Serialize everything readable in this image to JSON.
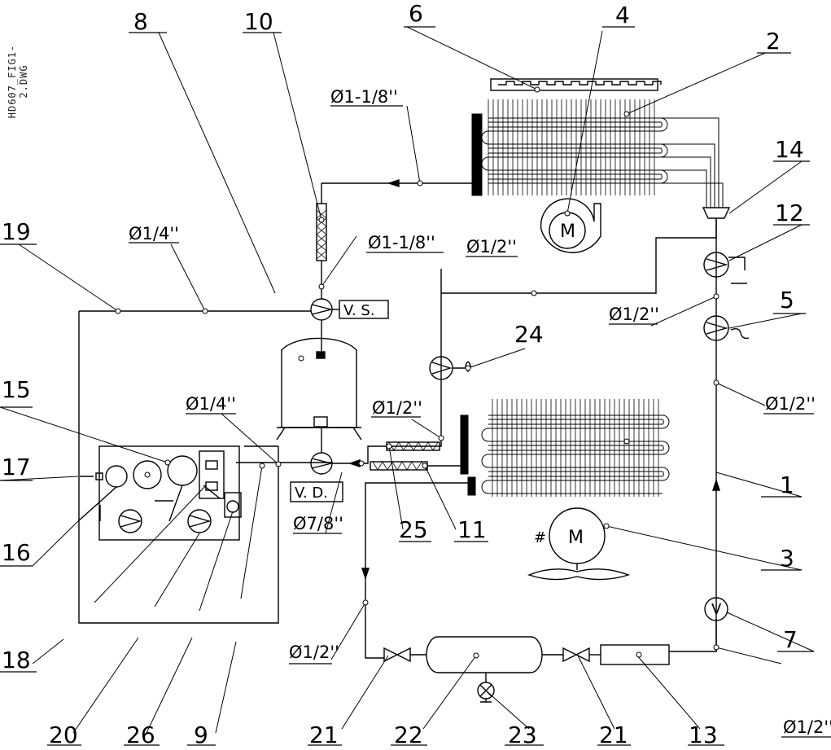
{
  "file_id": "HD607_FIG1-2.DWG",
  "callouts": [
    "1",
    "2",
    "3",
    "4",
    "5",
    "6",
    "7",
    "8",
    "9",
    "10",
    "11",
    "12",
    "13",
    "14",
    "15",
    "16",
    "17",
    "18",
    "19",
    "20",
    "21",
    "22",
    "23",
    "24",
    "25",
    "26"
  ],
  "pipe_sizes": {
    "d118_top": "Ø1-1/8''",
    "d118_mid": "Ø1-1/8''",
    "d14_left": "Ø1/4''",
    "d14_ctrl": "Ø1/4''",
    "d12_mid": "Ø1/2''",
    "d12_right_upper": "Ø1/2''",
    "d12_right_mid": "Ø1/2''",
    "d12_evap": "Ø1/2''",
    "d78": "Ø7/8''",
    "d12_low_left": "Ø1/2''",
    "d12_low_right": "Ø1/2''"
  },
  "valve_tags": {
    "suction": "V. S.",
    "discharge": "V. D."
  },
  "motor_symbol": "M",
  "sight_glass_symbol": "V",
  "motor_phase_mark": "#"
}
